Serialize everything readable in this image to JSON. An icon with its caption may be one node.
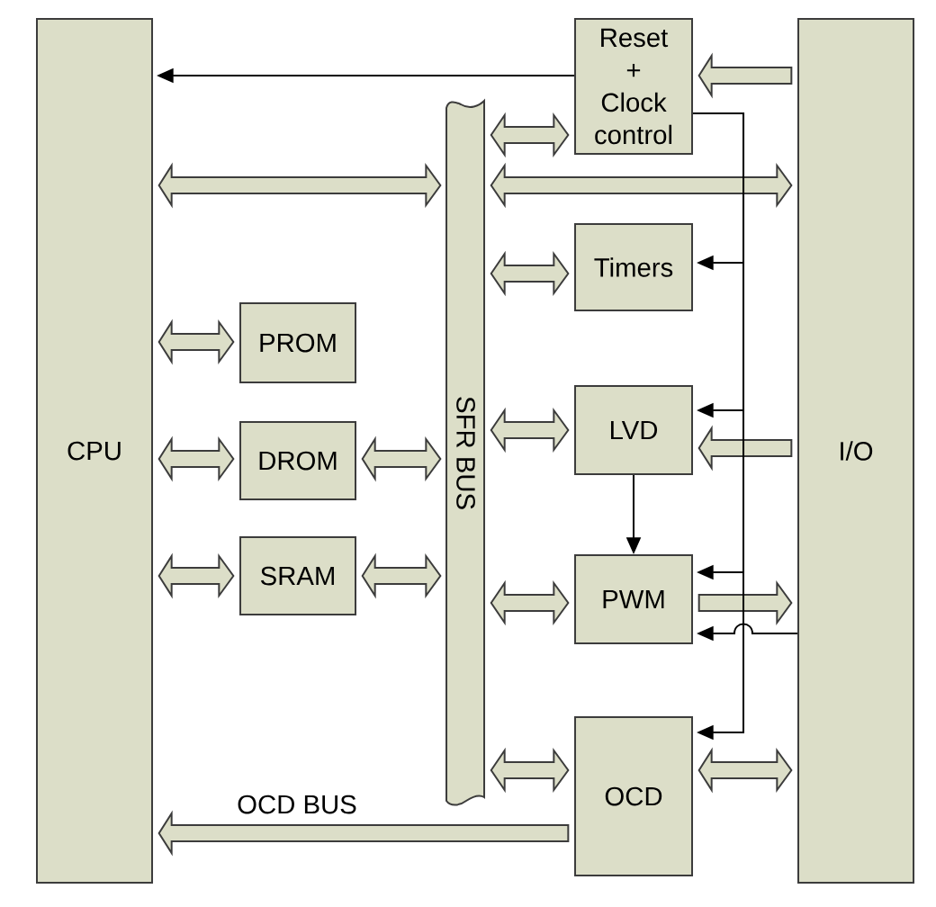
{
  "diagram": {
    "nodes": [
      {
        "text": [
          "CPU"
        ]
      },
      {
        "text": [
          "PROM"
        ]
      },
      {
        "text": [
          "DROM"
        ]
      },
      {
        "text": [
          "SRAM"
        ]
      },
      {
        "text": [
          "SFR BUS"
        ]
      },
      {
        "text": [
          "Reset + Clock control"
        ]
      },
      {
        "text": [
          "Timers"
        ]
      },
      {
        "text": [
          "LVD"
        ]
      },
      {
        "text": [
          "PWM"
        ]
      },
      {
        "text": [
          "OCD"
        ]
      },
      {
        "text": [
          "I/O"
        ]
      }
    ],
    "edges": [
      {
        "from": 5,
        "to": 0,
        "arrow": "to"
      },
      {
        "from": 10,
        "to": 5,
        "arrow": "to",
        "style": "thick"
      },
      {
        "from": 4,
        "to": 5,
        "arrow": "both",
        "style": "thick"
      },
      {
        "from": 0,
        "to": 4,
        "arrow": "both",
        "style": "thick"
      },
      {
        "from": 4,
        "to": 10,
        "arrow": "both",
        "style": "thick"
      },
      {
        "from": 5,
        "to": 6,
        "arrow": "to"
      },
      {
        "from": 4,
        "to": 6,
        "arrow": "both",
        "style": "thick"
      },
      {
        "from": 0,
        "to": 1,
        "arrow": "both",
        "style": "thick"
      },
      {
        "from": 5,
        "to": 7,
        "arrow": "to"
      },
      {
        "from": 4,
        "to": 7,
        "arrow": "both",
        "style": "thick"
      },
      {
        "from": 10,
        "to": 7,
        "arrow": "to",
        "style": "thick"
      },
      {
        "from": 0,
        "to": 2,
        "arrow": "both",
        "style": "thick"
      },
      {
        "from": 2,
        "to": 4,
        "arrow": "both",
        "style": "thick"
      },
      {
        "from": 7,
        "to": 8,
        "arrow": "to"
      },
      {
        "from": 5,
        "to": 8,
        "arrow": "to"
      },
      {
        "from": 0,
        "to": 3,
        "arrow": "both",
        "style": "thick"
      },
      {
        "from": 3,
        "to": 4,
        "arrow": "both",
        "style": "thick"
      },
      {
        "from": 4,
        "to": 8,
        "arrow": "both",
        "style": "thick"
      },
      {
        "from": 8,
        "to": 10,
        "arrow": "to",
        "style": "thick"
      },
      {
        "from": 10,
        "to": 8,
        "arrow": "to"
      },
      {
        "from": 5,
        "to": 9,
        "arrow": "to"
      },
      {
        "from": 4,
        "to": 9,
        "arrow": "both",
        "style": "thick"
      },
      {
        "from": 9,
        "to": 10,
        "arrow": "both",
        "style": "thick"
      },
      {
        "from": 9,
        "to": 0,
        "arrow": "to",
        "style": "thick",
        "label": "OCD BUS"
      }
    ]
  }
}
